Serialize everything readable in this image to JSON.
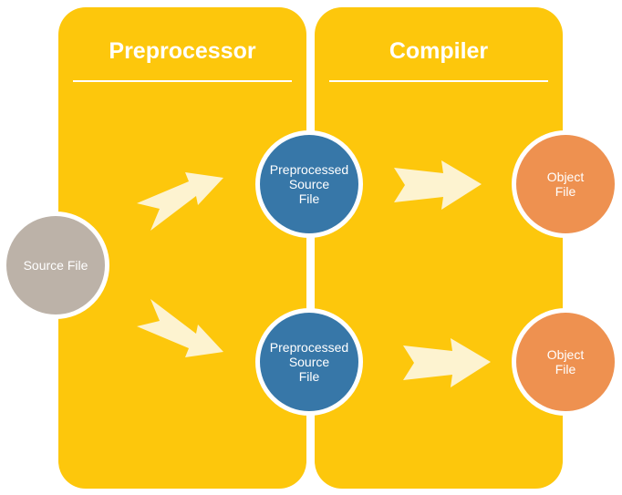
{
  "colors": {
    "panel": "#fdc70c",
    "source_node": "#bcb2a8",
    "preprocessed_node": "#3777a8",
    "object_node": "#ee9150",
    "arrow": "#fdf3d0"
  },
  "panels": {
    "preprocessor": {
      "title": "Preprocessor"
    },
    "compiler": {
      "title": "Compiler"
    }
  },
  "nodes": {
    "source": "Source File",
    "preprocessed_1": "Preprocessed\nSource\nFile",
    "preprocessed_2": "Preprocessed\nSource\nFile",
    "object_1": "Object\nFile",
    "object_2": "Object\nFile"
  }
}
